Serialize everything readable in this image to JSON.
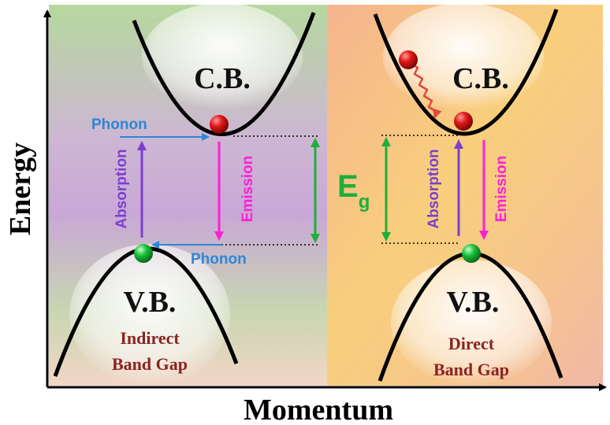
{
  "axes": {
    "y_label": "Energy",
    "x_label": "Momentum"
  },
  "indirect": {
    "conduction_band": "C.B.",
    "valence_band": "V.B.",
    "absorption": "Absorption",
    "emission": "Emission",
    "phonon_top": "Phonon",
    "phonon_bottom": "Phonon",
    "caption_line1": "Indirect",
    "caption_line2": "Band Gap"
  },
  "direct": {
    "conduction_band": "C.B.",
    "valence_band": "V.B.",
    "absorption": "Absorption",
    "emission": "Emission",
    "caption_line1": "Direct",
    "caption_line2": "Band Gap"
  },
  "gap": {
    "symbol": "E",
    "subscript": "g"
  },
  "colors": {
    "absorption": "#7b3fd0",
    "emission": "#ff1fd6",
    "gap": "#1fae3c",
    "phonon": "#2f86d6",
    "caption": "#8b2323",
    "electron": "#d41a1a",
    "hole": "#1bbf3a",
    "photon_wave": "#e0473a"
  }
}
